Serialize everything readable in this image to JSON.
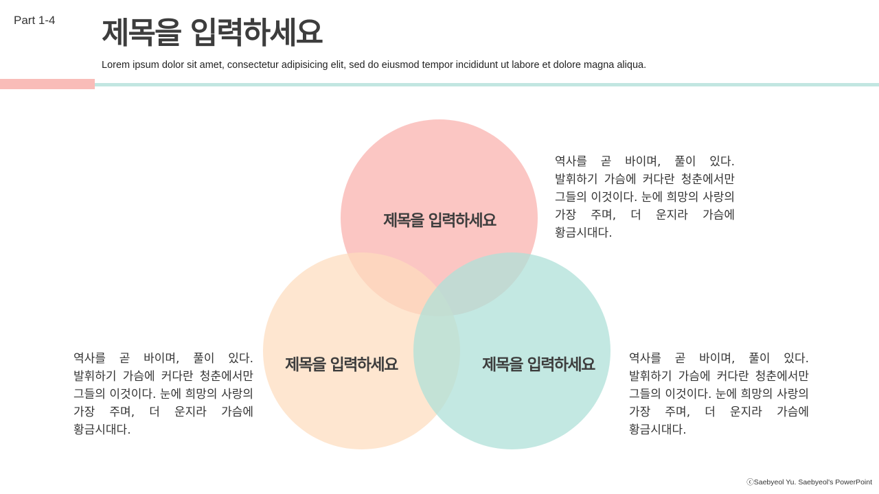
{
  "header": {
    "part": "Part 1-4",
    "title": "제목을 입력하세요",
    "subtitle": "Lorem ipsum dolor sit amet, consectetur adipisicing elit, sed do eiusmod tempor incididunt ut labore et dolore magna aliqua."
  },
  "colors": {
    "accent_pink": "#f9bcb8",
    "accent_peach": "#fedcbe",
    "accent_mint": "#c2e6e1"
  },
  "venn": {
    "top": {
      "label": "제목을 입력하세요",
      "description": "역사를 곧 바이며, 풀이 있다. 발휘하기 가슴에 커다란 청춘에서만 그들의 이것이다. 눈에 희망의 사랑의 가장 주며, 더 운지라 가슴에 황금시대다."
    },
    "left": {
      "label": "제목을 입력하세요",
      "description": "역사를 곧 바이며, 풀이 있다. 발휘하기 가슴에 커다란 청춘에서만 그들의 이것이다. 눈에 희망의 사랑의 가장 주며, 더 운지라 가슴에 황금시대다."
    },
    "right": {
      "label": "제목을 입력하세요",
      "description": "역사를 곧 바이며, 풀이 있다. 발휘하기 가슴에 커다란 청춘에서만 그들의 이것이다. 눈에 희망의 사랑의 가장 주며, 더 운지라 가슴에 황금시대다."
    }
  },
  "footer": {
    "copyright": "ⓒSaebyeol Yu. Saebyeol's PowerPoint"
  }
}
